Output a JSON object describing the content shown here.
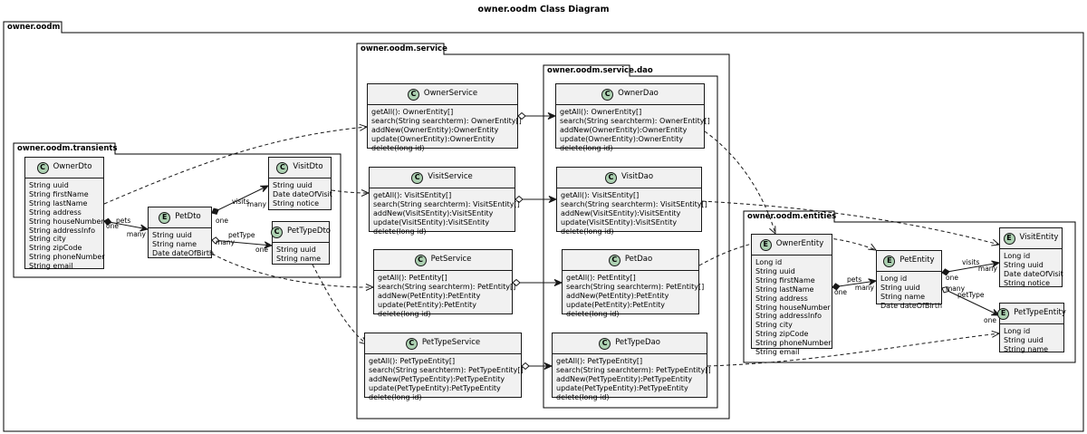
{
  "title": "owner.oodm Class Diagram",
  "packages": {
    "root": "owner.oodm",
    "transients": "owner.oodm.transients",
    "service": "owner.oodm.service",
    "dao": "owner.oodm.service.dao",
    "entities": "owner.oodm.entities"
  },
  "classes": {
    "OwnerDto": {
      "stereotype": "C",
      "name": "OwnerDto",
      "members": [
        "String uuid",
        "String firstName",
        "String lastName",
        "String address",
        "String houseNumber",
        "String addressInfo",
        "String city",
        "String zipCode",
        "String phoneNumber",
        "String email"
      ]
    },
    "PetDto": {
      "stereotype": "E",
      "name": "PetDto",
      "members": [
        "String uuid",
        "String name",
        "Date dateOfBirth"
      ]
    },
    "VisitDto": {
      "stereotype": "C",
      "name": "VisitDto",
      "members": [
        "String uuid",
        "Date dateOfVisit",
        "String notice"
      ]
    },
    "PetTypeDto": {
      "stereotype": "C",
      "name": "PetTypeDto",
      "members": [
        "String uuid",
        "String name"
      ]
    },
    "OwnerService": {
      "stereotype": "C",
      "name": "OwnerService",
      "members": [
        "getAll(): OwnerEntity[]",
        "search(String searchterm): OwnerEntity[]",
        "addNew(OwnerEntity):OwnerEntity",
        "update(OwnerEntity):OwnerEntity",
        "delete(long id)"
      ]
    },
    "VisitService": {
      "stereotype": "C",
      "name": "VisitService",
      "members": [
        "getAll(): VisitSEntity[]",
        "search(String searchterm): VisitSEntity[]",
        "addNew(VisitSEntity):VisitSEntity",
        "update(VisitSEntity):VisitSEntity",
        "delete(long id)"
      ]
    },
    "PetService": {
      "stereotype": "C",
      "name": "PetService",
      "members": [
        "getAll(): PetEntity[]",
        "search(String searchterm): PetEntity[]",
        "addNew(PetEntity):PetEntity",
        "update(PetEntity):PetEntity",
        "delete(long id)"
      ]
    },
    "PetTypeService": {
      "stereotype": "C",
      "name": "PetTypeService",
      "members": [
        "getAll(): PetTypeEntity[]",
        "search(String searchterm): PetTypeEntity[]",
        "addNew(PetTypeEntity):PetTypeEntity",
        "update(PetTypeEntity):PetTypeEntity",
        "delete(long id)"
      ]
    },
    "OwnerDao": {
      "stereotype": "C",
      "name": "OwnerDao",
      "members": [
        "getAll(): OwnerEntity[]",
        "search(String searchterm): OwnerEntity[]",
        "addNew(OwnerEntity):OwnerEntity",
        "update(OwnerEntity):OwnerEntity",
        "delete(long id)"
      ]
    },
    "VisitDao": {
      "stereotype": "C",
      "name": "VisitDao",
      "members": [
        "getAll(): VisitSEntity[]",
        "search(String searchterm): VisitSEntity[]",
        "addNew(VisitSEntity):VisitSEntity",
        "update(VisitSEntity):VisitSEntity",
        "delete(long id)"
      ]
    },
    "PetDao": {
      "stereotype": "C",
      "name": "PetDao",
      "members": [
        "getAll(): PetEntity[]",
        "search(String searchterm): PetEntity[]",
        "addNew(PetEntity):PetEntity",
        "update(PetEntity):PetEntity",
        "delete(long id)"
      ]
    },
    "PetTypeDao": {
      "stereotype": "C",
      "name": "PetTypeDao",
      "members": [
        "getAll(): PetTypeEntity[]",
        "search(String searchterm): PetTypeEntity[]",
        "addNew(PetTypeEntity):PetTypeEntity",
        "update(PetTypeEntity):PetTypeEntity",
        "delete(long id)"
      ]
    },
    "OwnerEntity": {
      "stereotype": "E",
      "name": "OwnerEntity",
      "members": [
        "Long id",
        "String uuid",
        "String firstName",
        "String lastName",
        "String address",
        "String houseNumber",
        "String addressInfo",
        "String city",
        "String zipCode",
        "String phoneNumber",
        "String email"
      ]
    },
    "PetEntity": {
      "stereotype": "E",
      "name": "PetEntity",
      "members": [
        "Long id",
        "String uuid",
        "String name",
        "Date dateOfBirth"
      ]
    },
    "VisitEntity": {
      "stereotype": "E",
      "name": "VisitEntity",
      "members": [
        "Long id",
        "String uuid",
        "Date dateOfVisit",
        "String notice"
      ]
    },
    "PetTypeEntity": {
      "stereotype": "E",
      "name": "PetTypeEntity",
      "members": [
        "Long id",
        "String uuid",
        "String name"
      ]
    }
  },
  "relations": {
    "pets_dto": {
      "label": "pets",
      "from_mult": "one",
      "to_mult": "many"
    },
    "visits_dto": {
      "label": "visits",
      "from_mult": "one",
      "to_mult": "many"
    },
    "pettype_dto": {
      "label": "petType",
      "from_mult": "many",
      "to_mult": "one"
    },
    "pets_entity": {
      "label": "pets",
      "from_mult": "one",
      "to_mult": "many"
    },
    "visits_entity": {
      "label": "visits",
      "from_mult": "one",
      "to_mult": "many"
    },
    "pettype_entity": {
      "label": "petType",
      "from_mult": "many",
      "to_mult": "one"
    }
  }
}
